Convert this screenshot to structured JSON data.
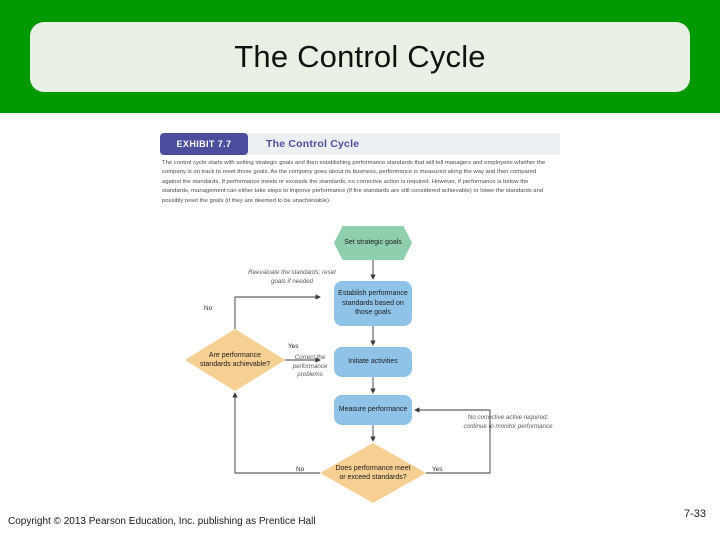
{
  "slide": {
    "title": "The Control Cycle"
  },
  "exhibit": {
    "badge": "EXHIBIT 7.7",
    "title": "The Control Cycle",
    "body": "The control cycle starts with setting strategic goals and then establishing performance standards that will tell managers and employees whether the company is on track to meet those goals. As the company goes about its business, performance is measured along the way and then compared against the standards. If performance meets or exceeds the standards, no corrective action is required. However, if performance is below the standards, management can either take steps to improve performance (if the standards are still considered achievable) or lower the standards and possibly reset the goals (if they are deemed to be unachievable)."
  },
  "flowchart": {
    "nodes": {
      "set_goals": "Set strategic goals",
      "establish": "Establish performance standards based on those goals",
      "initiate": "Initiate activities",
      "measure": "Measure performance",
      "achievable": "Are performance standards achievable?",
      "meets": "Does performance meet or exceed standards?"
    },
    "annotations": {
      "reevaluate": "Reevaluate the standards; reset goals if needed",
      "correct": "Correct the performance problems",
      "no_corrective": "No corrective active required; continue to monitor performance"
    },
    "branch_labels": {
      "no_left": "No",
      "yes_left": "Yes",
      "no_bottom": "No",
      "yes_bottom": "Yes"
    },
    "colors": {
      "hexagon": "#8fcfae",
      "process": "#8fc4e8",
      "decision": "#f6cf93",
      "connector": "#4a4a4a"
    }
  },
  "footer": {
    "copyright": "Copyright © 2013 Pearson Education, Inc. publishing as Prentice Hall",
    "page": "7-33"
  },
  "theme": {
    "band": "#009900",
    "panel": "#e8f1e3",
    "badge": "#4d4d9e"
  }
}
